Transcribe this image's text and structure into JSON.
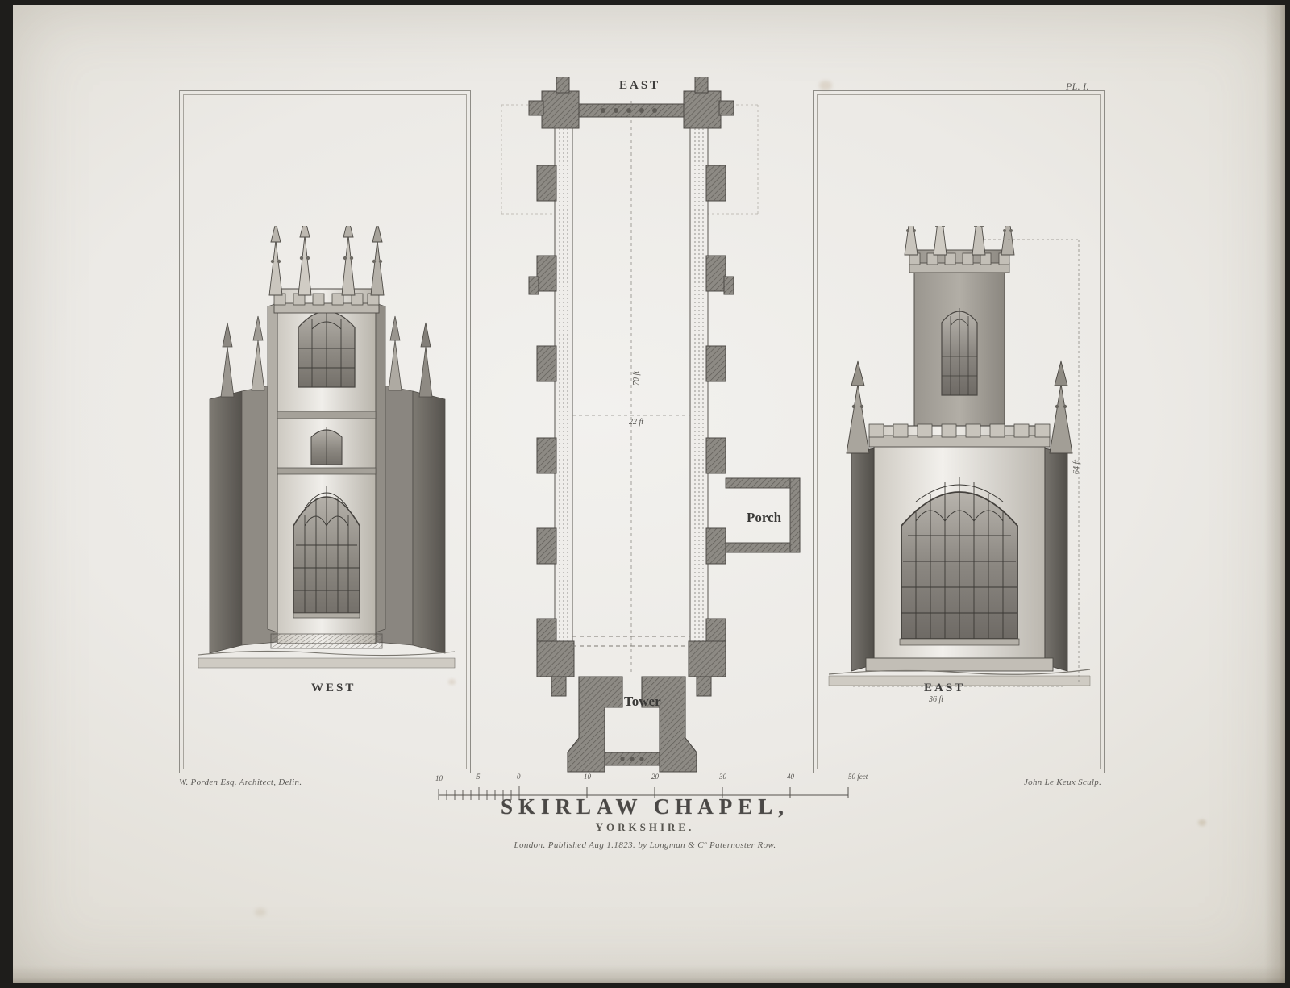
{
  "plate": {
    "number": "PL. I.",
    "title": "SKIRLAW CHAPEL,",
    "subtitle": "YORKSHIRE.",
    "imprint": "London. Published Aug 1.1823. by Longman & Cº Paternoster Row.",
    "draughtsman_credit": "W. Porden Esq. Architect, Delin.",
    "engraver_credit": "John Le Keux Sculp.",
    "paper_color": "#eceae6",
    "ink_color": "#3a3a3c"
  },
  "west_elevation": {
    "caption": "WEST",
    "description": "Gothic tower west front elevation with traceried windows, buttresses and crocketed pinnacles"
  },
  "east_elevation": {
    "caption": "EAST",
    "description": "East end elevation with large traceried window, embattled parapet and tower behind",
    "width_dimension": "36 ft",
    "height_dimension": "64 ft"
  },
  "ground_plan": {
    "north_label": "EAST",
    "porch_label": "Porch",
    "tower_label": "Tower",
    "length_dimension": "70 ft",
    "width_dimension": "22 ft"
  },
  "scale_bar": {
    "unit_label": "50 feet",
    "ticks": [
      "10",
      "5",
      "0",
      "10",
      "20",
      "30",
      "40"
    ]
  }
}
